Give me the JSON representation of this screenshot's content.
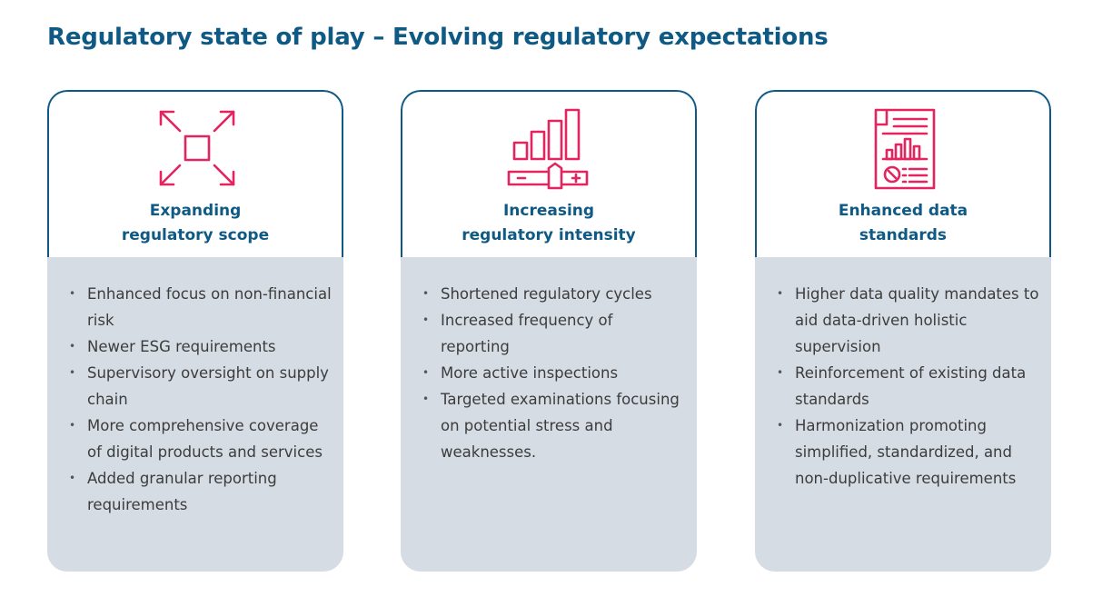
{
  "page": {
    "title": "Regulatory state of play – Evolving regulatory expectations"
  },
  "colors": {
    "primary": "#0f5a85",
    "accent": "#e4245f",
    "panel": "#d5dce4",
    "text": "#3c3c3c"
  },
  "cards": [
    {
      "icon": "expand-arrows-icon",
      "title_lines": [
        "Expanding",
        "regulatory scope"
      ],
      "bullets": [
        "Enhanced focus on non-financial risk",
        "Newer ESG requirements",
        "Supervisory oversight on supply chain",
        "More comprehensive coverage of  digital products and services",
        "Added granular reporting requirements"
      ]
    },
    {
      "icon": "intensity-bars-slider-icon",
      "title_lines": [
        "Increasing",
        "regulatory intensity"
      ],
      "bullets": [
        "Shortened regulatory cycles",
        "Increased frequency of reporting",
        "More active inspections",
        "Targeted examinations focusing on potential stress and weaknesses."
      ]
    },
    {
      "icon": "data-report-icon",
      "title_lines": [
        "Enhanced data",
        "standards"
      ],
      "bullets": [
        "Higher data quality mandates to aid data-driven holistic supervision",
        "Reinforcement of existing data standards",
        "Harmonization promoting simplified, standardized, and non-duplicative requirements"
      ]
    }
  ]
}
